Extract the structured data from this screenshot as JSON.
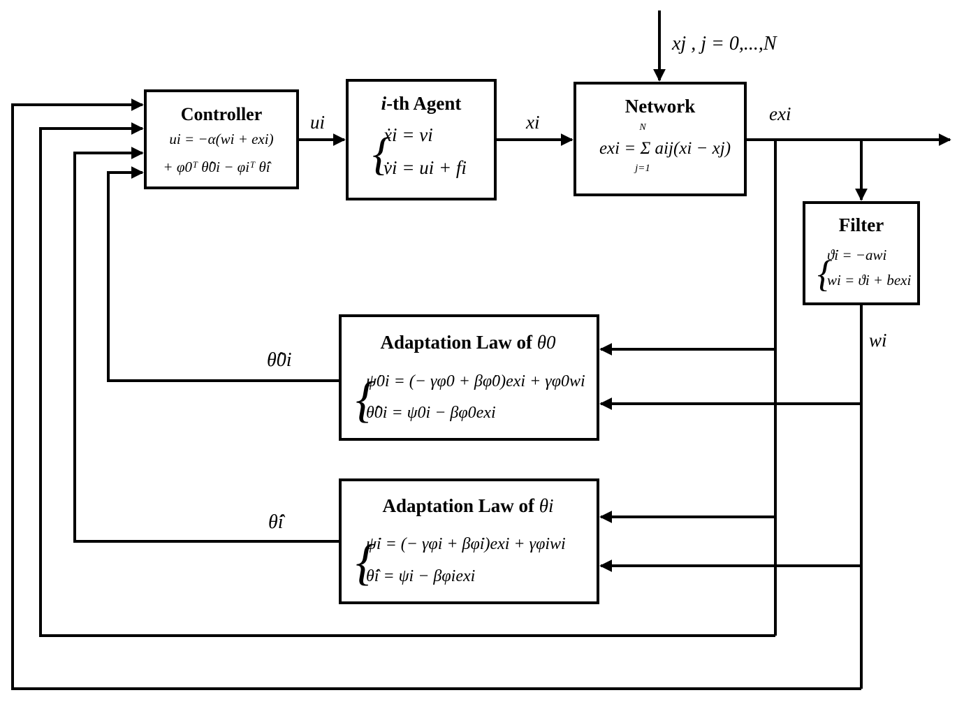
{
  "blocks": {
    "controller": {
      "title": "Controller",
      "eq1": "ui = −α(wi + exi)",
      "eq2": "+ φ0ᵀ θ̂0i − φiᵀ θ̂i"
    },
    "agent": {
      "title_prefix": "i",
      "title_suffix": "-th Agent",
      "eq1": "ẋi = vi",
      "eq2": "v̇i = ui + fi"
    },
    "network": {
      "title": "Network",
      "eq": "exi = Σ aij(xi − xj)",
      "sum_upper": "N",
      "sum_lower": "j=1"
    },
    "filter": {
      "title": "Filter",
      "eq1": "ϑ̇i = −awi",
      "eq2": "wi = ϑi + bexi"
    },
    "adapt0": {
      "title": "Adaptation Law of ",
      "title_sym": "θ0",
      "eq1": "ψ̇0i = (− γφ0 + βφ̇0)exi + γφ0wi",
      "eq2": "θ̂0i = ψ0i − βφ0exi"
    },
    "adapti": {
      "title": "Adaptation Law of ",
      "title_sym": "θi",
      "eq1": "ψ̇i = (− γφi + βφ̇i)exi + γφiwi",
      "eq2": "θ̂i = ψi − βφiexi"
    }
  },
  "signals": {
    "u": "ui",
    "x": "xi",
    "external": "xj , j = 0,...,N",
    "e": "exi",
    "w": "wi",
    "theta0_hat": "θ̂0i",
    "thetai_hat": "θ̂i"
  }
}
